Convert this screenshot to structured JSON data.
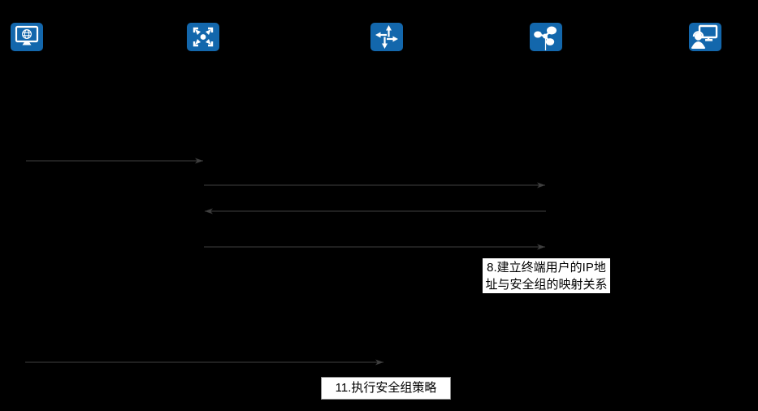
{
  "diagram": {
    "type": "sequence-flow",
    "colors": {
      "background": "#000000",
      "node_fill": "#1367ac",
      "glyph": "#ffffff",
      "arrow": "#3f3f3f",
      "note_bg": "#ffffff",
      "note_text": "#000000",
      "note_border": "#8c8c8c"
    },
    "nodes": [
      {
        "id": "terminal",
        "icon": "internet-terminal-icon"
      },
      {
        "id": "switch",
        "icon": "switch-icon"
      },
      {
        "id": "router",
        "icon": "router-icon"
      },
      {
        "id": "controller",
        "icon": "controller-icon"
      },
      {
        "id": "admin",
        "icon": "admin-console-icon"
      }
    ],
    "arrows": [
      {
        "from": "terminal",
        "to": "switch",
        "direction": "right"
      },
      {
        "from": "switch",
        "to": "controller",
        "direction": "right"
      },
      {
        "from": "controller",
        "to": "switch",
        "direction": "left"
      },
      {
        "from": "switch",
        "to": "controller",
        "direction": "right"
      },
      {
        "from": "terminal",
        "to": "router",
        "direction": "right"
      }
    ],
    "annotations": {
      "note8": {
        "lines": [
          "8.建立终端用户的IP地",
          "址与安全组的映射关系"
        ],
        "full_text": "8.建立终端用户的IP地址与安全组的映射关系"
      },
      "note11": {
        "text": "11.执行安全组策略"
      }
    }
  }
}
